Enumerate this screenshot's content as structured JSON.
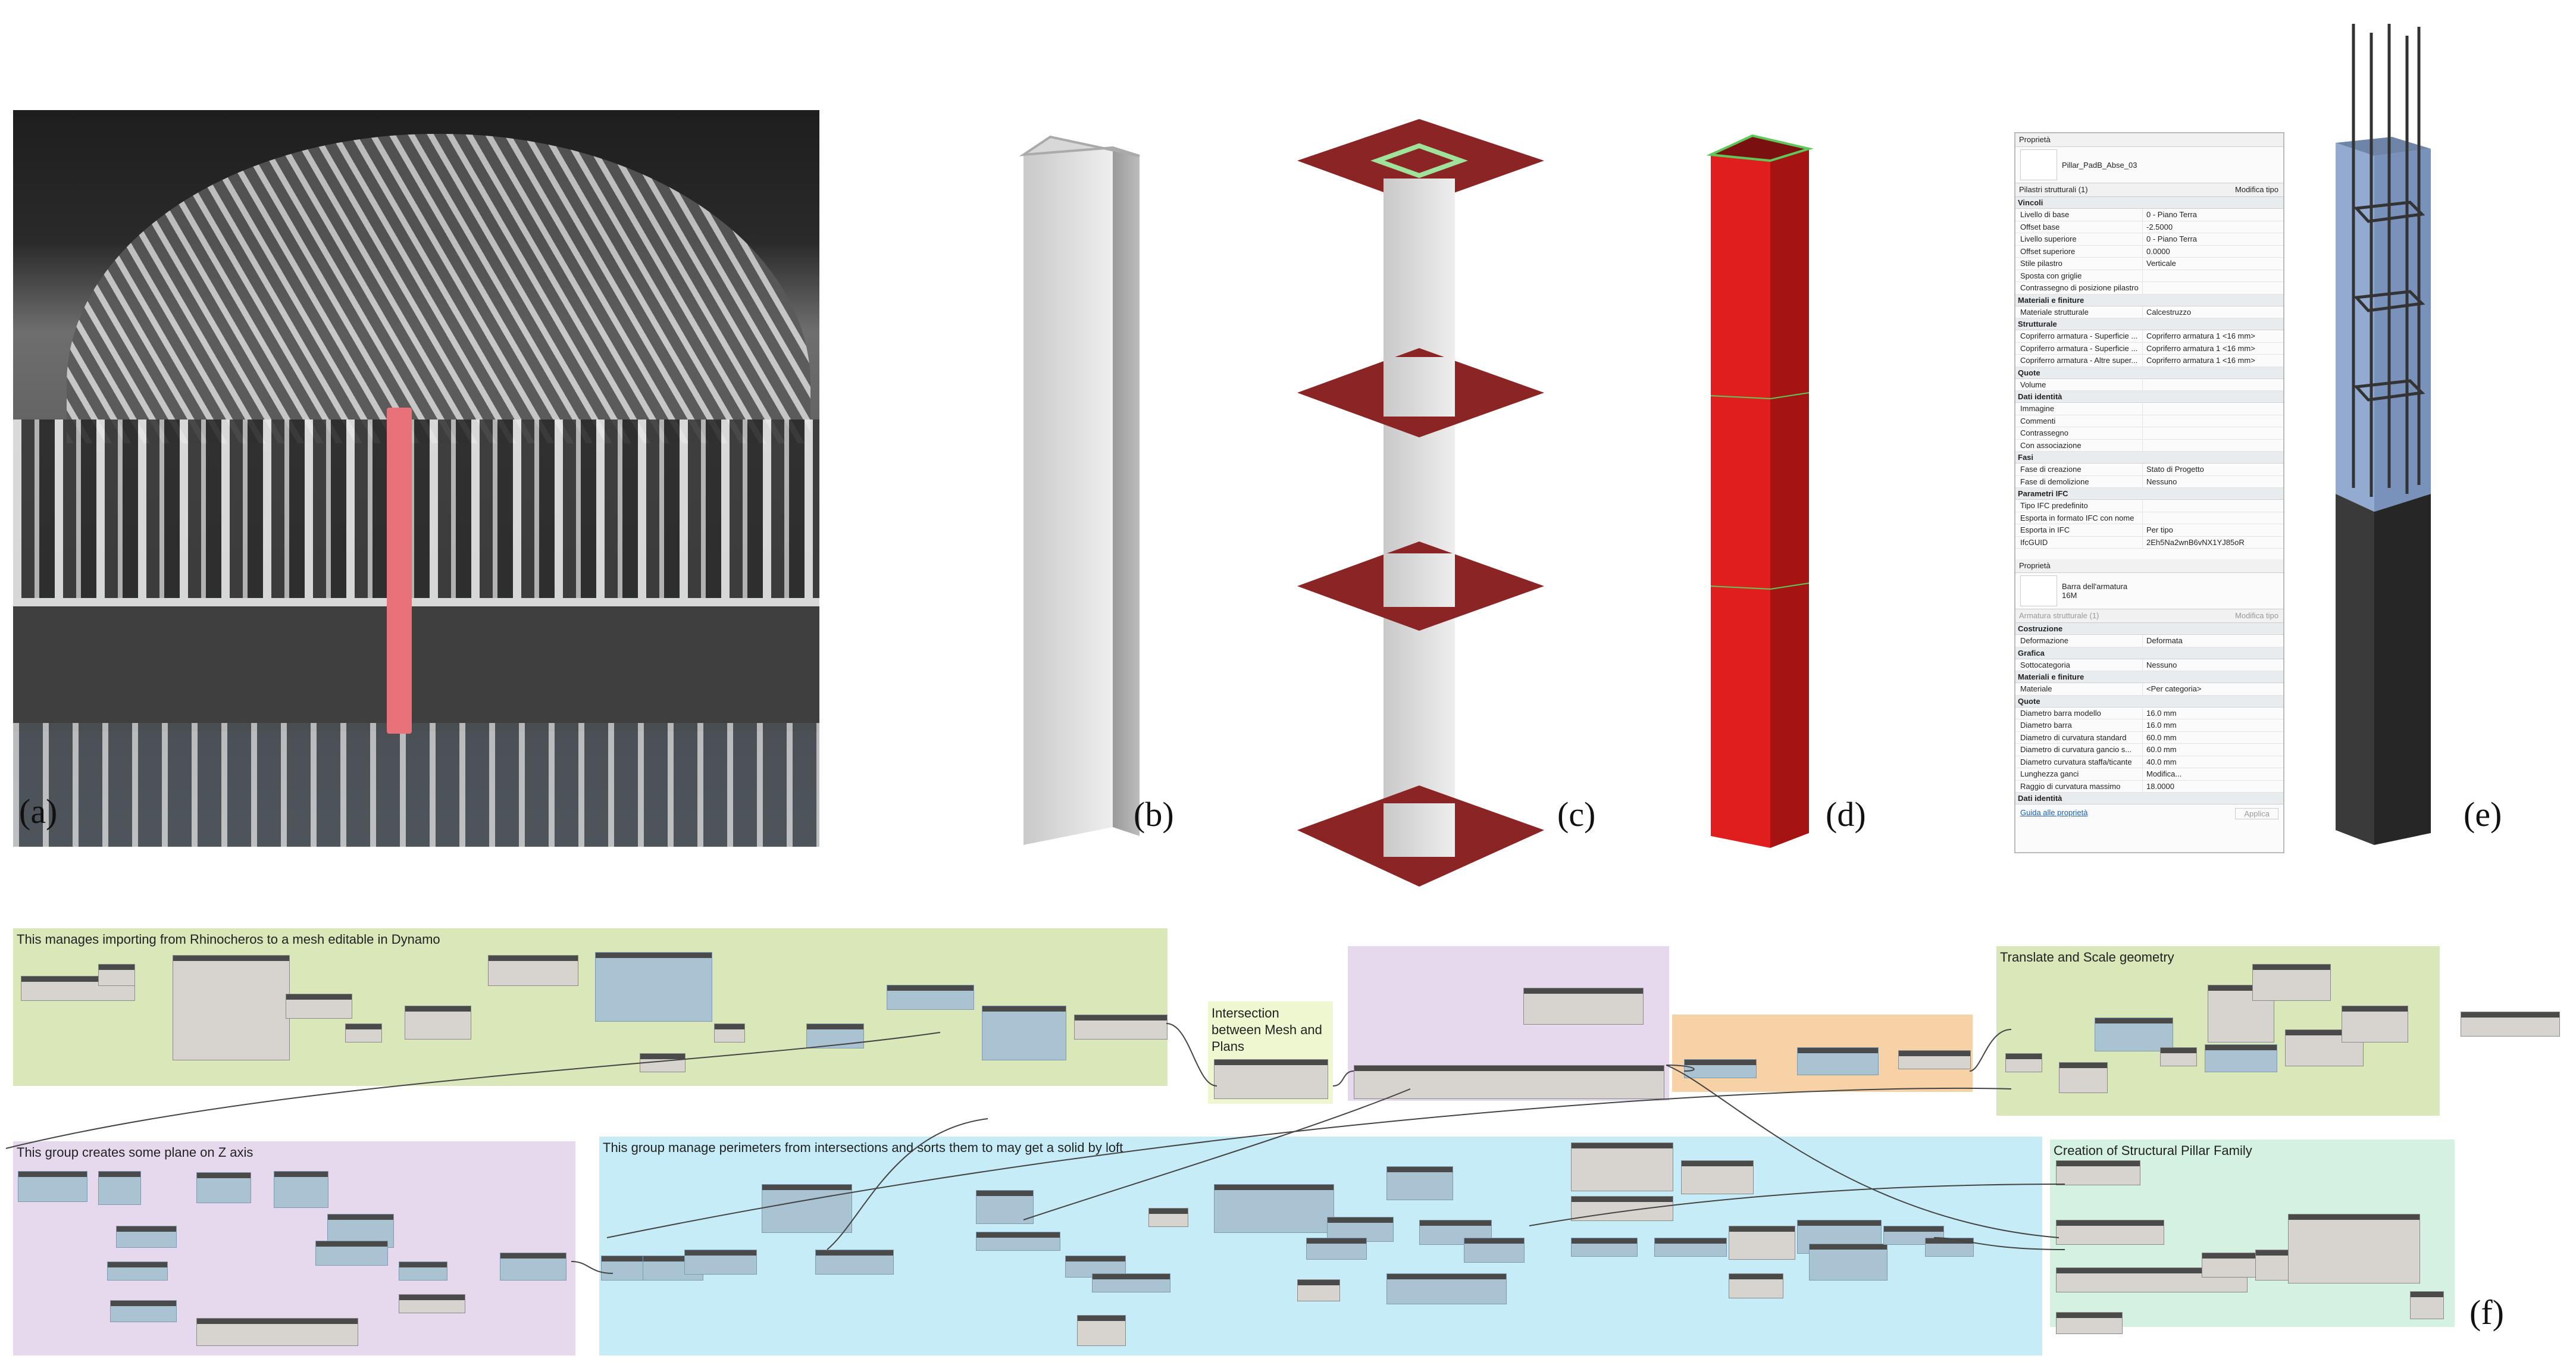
{
  "panel_labels": {
    "a": "(a)",
    "b": "(b)",
    "c": "(c)",
    "d": "(d)",
    "e": "(e)",
    "f": "(f)"
  },
  "colors": {
    "highlight": "#e8717a",
    "plane": "#8b1e1e",
    "solid": "#e01e1e",
    "rebar_cage": "#8fa6c8",
    "concrete": "#3a3a3a"
  },
  "properties_top": {
    "header": "Proprietà",
    "family": "Pillar_PadB_Abse_03",
    "category": "Pilastri strutturali (1)",
    "edit_type": "Modifica tipo",
    "rows": [
      {
        "g": "Vincoli"
      },
      {
        "k": "Livello di base",
        "v": "0 - Piano Terra"
      },
      {
        "k": "Offset base",
        "v": "-2.5000"
      },
      {
        "k": "Livello superiore",
        "v": "0 - Piano Terra"
      },
      {
        "k": "Offset superiore",
        "v": "0.0000"
      },
      {
        "k": "Stile pilastro",
        "v": "Verticale"
      },
      {
        "k": "Sposta con griglie",
        "v": ""
      },
      {
        "k": "Contrassegno di posizione pilastro",
        "v": ""
      },
      {
        "g": "Materiali e finiture"
      },
      {
        "k": "Materiale strutturale",
        "v": "Calcestruzzo"
      },
      {
        "g": "Strutturale"
      },
      {
        "k": "Copriferro armatura - Superficie ...",
        "v": "Copriferro armatura 1 <16 mm>"
      },
      {
        "k": "Copriferro armatura - Superficie ...",
        "v": "Copriferro armatura 1 <16 mm>"
      },
      {
        "k": "Copriferro armatura - Altre super...",
        "v": "Copriferro armatura 1 <16 mm>"
      },
      {
        "g": "Quote"
      },
      {
        "k": "Volume",
        "v": ""
      },
      {
        "g": "Dati identità"
      },
      {
        "k": "Immagine",
        "v": ""
      },
      {
        "k": "Commenti",
        "v": ""
      },
      {
        "k": "Contrassegno",
        "v": ""
      },
      {
        "k": "Con associazione",
        "v": ""
      },
      {
        "g": "Fasi"
      },
      {
        "k": "Fase di creazione",
        "v": "Stato di Progetto"
      },
      {
        "k": "Fase di demolizione",
        "v": "Nessuno"
      },
      {
        "g": "Parametri IFC"
      },
      {
        "k": "Tipo IFC predefinito",
        "v": ""
      },
      {
        "k": "Esporta in formato IFC con nome",
        "v": ""
      },
      {
        "k": "Esporta in IFC",
        "v": "Per tipo"
      },
      {
        "k": "IfcGUID",
        "v": "2Eh5Na2wnB6vNX1YJ85oR"
      }
    ]
  },
  "properties_bottom": {
    "header": "Proprietà",
    "family_1": "Barra dell'armatura",
    "family_2": "16M",
    "category": "Armatura strutturale (1)",
    "edit_type": "Modifica tipo",
    "rows": [
      {
        "g": "Costruzione"
      },
      {
        "k": "Deformazione",
        "v": "Deformata"
      },
      {
        "g": "Grafica"
      },
      {
        "k": "Sottocategoria",
        "v": "Nessuno"
      },
      {
        "g": "Materiali e finiture"
      },
      {
        "k": "Materiale",
        "v": "<Per categoria>"
      },
      {
        "g": "Quote"
      },
      {
        "k": "Diametro barra modello",
        "v": "16.0 mm"
      },
      {
        "k": "Diametro barra",
        "v": "16.0 mm"
      },
      {
        "k": "Diametro di curvatura standard",
        "v": "60.0 mm"
      },
      {
        "k": "Diametro di curvatura gancio s...",
        "v": "60.0 mm"
      },
      {
        "k": "Diametro curvatura staffa/ticante",
        "v": "40.0 mm"
      },
      {
        "k": "Lunghezza ganci",
        "v": "Modifica..."
      },
      {
        "k": "Raggio di curvatura massimo",
        "v": "18.0000"
      },
      {
        "g": "Dati identità"
      }
    ],
    "help_link": "Guida alle proprietà",
    "apply": "Applica"
  },
  "dynamo_groups": [
    {
      "title": "This manages importing from Rhinocheros to a mesh editable in Dynamo"
    },
    {
      "title": "Intersection between Mesh and Plans"
    },
    {
      "title": ""
    },
    {
      "title": ""
    },
    {
      "title": "Translate and Scale geometry"
    },
    {
      "title": "This group creates some plane on Z axis"
    },
    {
      "title": "This group manage perimeters from intersections and sorts them to may get a solid by loft"
    },
    {
      "title": "Creation of Structural Pillar Family"
    }
  ]
}
